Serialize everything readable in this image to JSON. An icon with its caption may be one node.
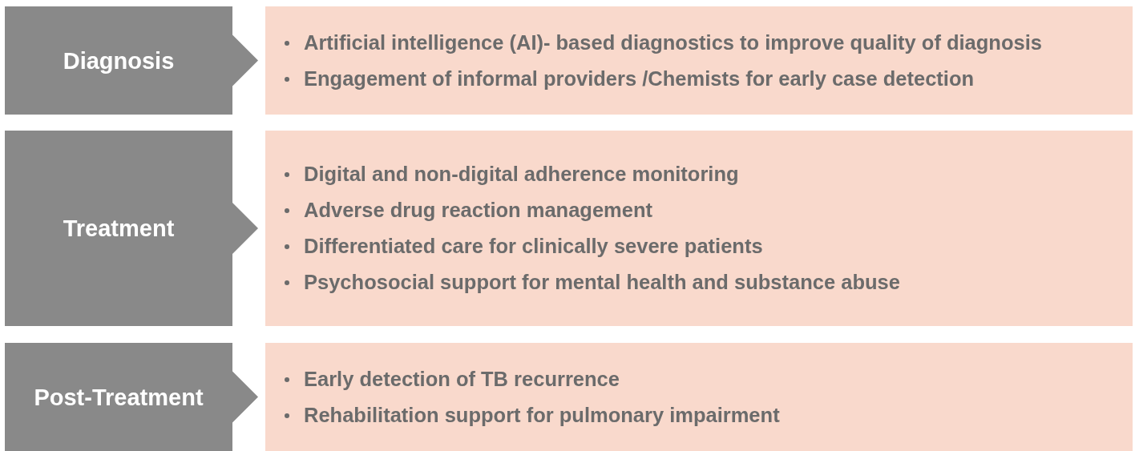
{
  "diagram": {
    "nodes": [
      {
        "text": [
          "Diagnosis"
        ]
      },
      {
        "text": [
          "Artificial intelligence (AI)- based diagnostics to improve quality of diagnosis",
          "Engagement of informal providers /Chemists for early case detection"
        ]
      },
      {
        "text": [
          "Treatment"
        ]
      },
      {
        "text": [
          "Digital and non-digital adherence monitoring",
          "Adverse drug reaction management",
          "Differentiated care for clinically severe patients",
          "Psychosocial support for mental health and substance abuse"
        ]
      },
      {
        "text": [
          "Post-Treatment"
        ]
      },
      {
        "text": [
          "Early detection of TB recurrence",
          "Rehabilitation support for pulmonary impairment"
        ]
      }
    ]
  }
}
